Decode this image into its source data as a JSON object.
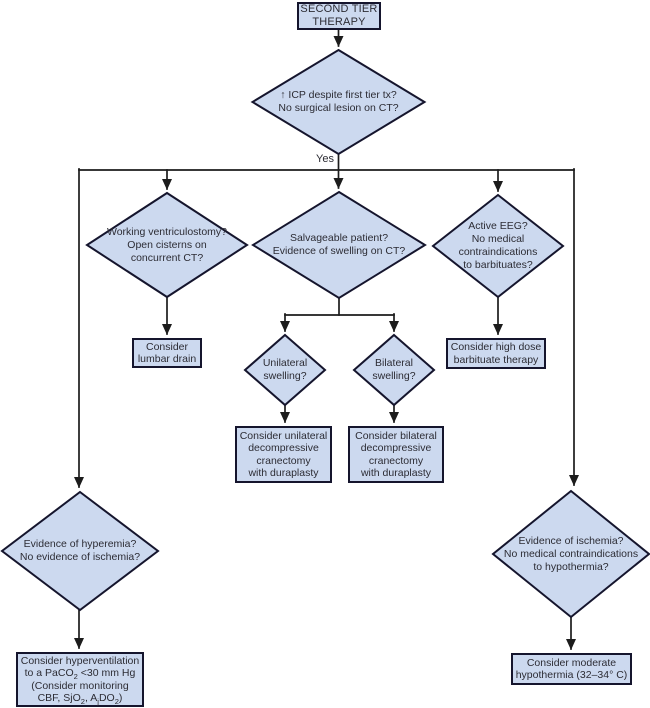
{
  "palette": {
    "background": "#ffffff",
    "node_fill": "#ccd9ef",
    "node_border": "#15152d",
    "connector": "#1c1c1c",
    "text": "#2c2c34"
  },
  "edge_labels": {
    "yes": "Yes"
  },
  "nodes": {
    "second_tier_therapy": {
      "type": "start",
      "label_html": "SECOND TIER<br>THERAPY"
    },
    "icp_despite_first_tier_tx": {
      "type": "decision",
      "label_html": "↑ ICP despite first tier tx?<br>No surgical lesion on CT?"
    },
    "working_ventriculostomy": {
      "type": "decision",
      "label_html": "Working ventriculostomy?<br>Open cisterns on<br>concurrent CT?"
    },
    "salvageable_patient": {
      "type": "decision",
      "label_html": "Salvageable patient?<br>Evidence of swelling on CT?"
    },
    "active_eeg": {
      "type": "decision",
      "label_html": "Active EEG?<br>No medical<br>contraindications<br>to barbituates?"
    },
    "consider_lumbar_drain": {
      "type": "action",
      "label_html": "Consider<br>lumbar drain"
    },
    "unilateral_swelling": {
      "type": "decision",
      "label_html": "Unilateral<br>swelling?"
    },
    "bilateral_swelling": {
      "type": "decision",
      "label_html": "Bilateral<br>swelling?"
    },
    "consider_high_dose_barbituate": {
      "type": "action",
      "label_html": "Consider high dose<br>barbituate therapy"
    },
    "consider_unilateral_cranectomy": {
      "type": "action",
      "label_html": "Consider unilateral<br>decompressive<br>cranectomy<br>with duraplasty"
    },
    "consider_bilateral_cranectomy": {
      "type": "action",
      "label_html": "Consider bilateral<br>decompressive<br>cranectomy<br>with duraplasty"
    },
    "evidence_of_hyperemia": {
      "type": "decision",
      "label_html": "Evidence of hyperemia?<br>No evidence of ischemia?"
    },
    "evidence_of_ischemia": {
      "type": "decision",
      "label_html": "Evidence of ischemia?<br>No medical contraindications<br>to hypothermia?"
    },
    "consider_hyperventilation": {
      "type": "action",
      "label_html": "Consider hyperventilation<br>to a PaCO<sub>2</sub> &lt;30 mm Hg<br>(Consider monitoring<br>CBF, SjO<sub>2</sub>, A<sub>j</sub>DO<sub>2</sub>)"
    },
    "consider_moderate_hypothermia": {
      "type": "action",
      "label_html": "Consider moderate<br>hypothermia (32–34° C)"
    }
  }
}
